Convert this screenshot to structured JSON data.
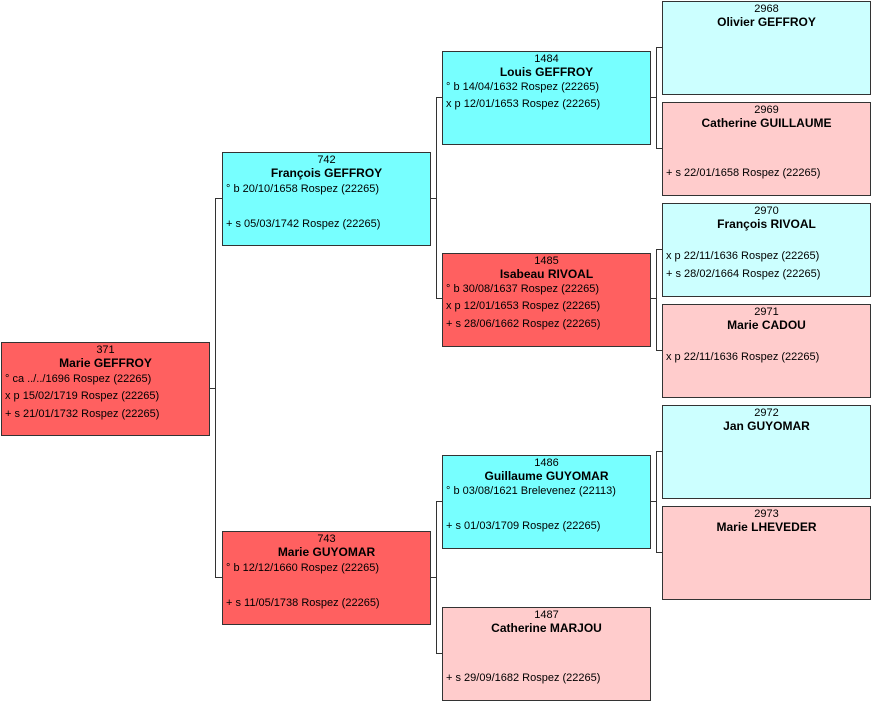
{
  "persons": [
    {
      "id": "p371",
      "number": "371",
      "name": "Marie GEFFROY",
      "lines": [
        "° ca ../../1696 Rospez (22265)",
        "x p 15/02/1719 Rospez (22265)",
        "+ s 21/01/1732 Rospez (22265)"
      ]
    },
    {
      "id": "p742",
      "number": "742",
      "name": "François GEFFROY",
      "lines": [
        "° b 20/10/1658 Rospez (22265)",
        "",
        "+ s 05/03/1742 Rospez (22265)"
      ]
    },
    {
      "id": "p743",
      "number": "743",
      "name": "Marie GUYOMAR",
      "lines": [
        "° b 12/12/1660 Rospez (22265)",
        "",
        "+ s 11/05/1738 Rospez (22265)"
      ]
    },
    {
      "id": "p1484",
      "number": "1484",
      "name": "Louis GEFFROY",
      "lines": [
        "° b 14/04/1632 Rospez (22265)",
        "x p 12/01/1653 Rospez (22265)"
      ]
    },
    {
      "id": "p1485",
      "number": "1485",
      "name": "Isabeau RIVOAL",
      "lines": [
        "° b 30/08/1637 Rospez (22265)",
        "x p 12/01/1653 Rospez (22265)",
        "+ s 28/06/1662 Rospez (22265)"
      ]
    },
    {
      "id": "p1486",
      "number": "1486",
      "name": "Guillaume GUYOMAR",
      "lines": [
        "° b 03/08/1621 Brelevenez (22113)",
        "",
        "+ s 01/03/1709 Rospez (22265)"
      ]
    },
    {
      "id": "p1487",
      "number": "1487",
      "name": "Catherine MARJOU",
      "lines": [
        "",
        "",
        "+ s 29/09/1682 Rospez (22265)"
      ]
    },
    {
      "id": "p2968",
      "number": "2968",
      "name": "Olivier GEFFROY",
      "lines": []
    },
    {
      "id": "p2969",
      "number": "2969",
      "name": "Catherine GUILLAUME",
      "lines": [
        "",
        "",
        "+ s 22/01/1658 Rospez (22265)"
      ]
    },
    {
      "id": "p2970",
      "number": "2970",
      "name": "François RIVOAL",
      "lines": [
        "x p 22/11/1636 Rospez (22265)",
        "+ s 28/02/1664 Rospez (22265)"
      ]
    },
    {
      "id": "p2971",
      "number": "2971",
      "name": "Marie CADOU",
      "lines": [
        "",
        "x p 22/11/1636 Rospez (22265)"
      ]
    },
    {
      "id": "p2972",
      "number": "2972",
      "name": "Jan GUYOMAR",
      "lines": []
    },
    {
      "id": "p2973",
      "number": "2973",
      "name": "Marie LHEVEDER",
      "lines": []
    }
  ],
  "colors": {
    "male": "#77ffff",
    "female_highlight": "#ff6060",
    "female_light": "#ffcccc",
    "male_light": "#ccffff",
    "connector": "#333333"
  }
}
